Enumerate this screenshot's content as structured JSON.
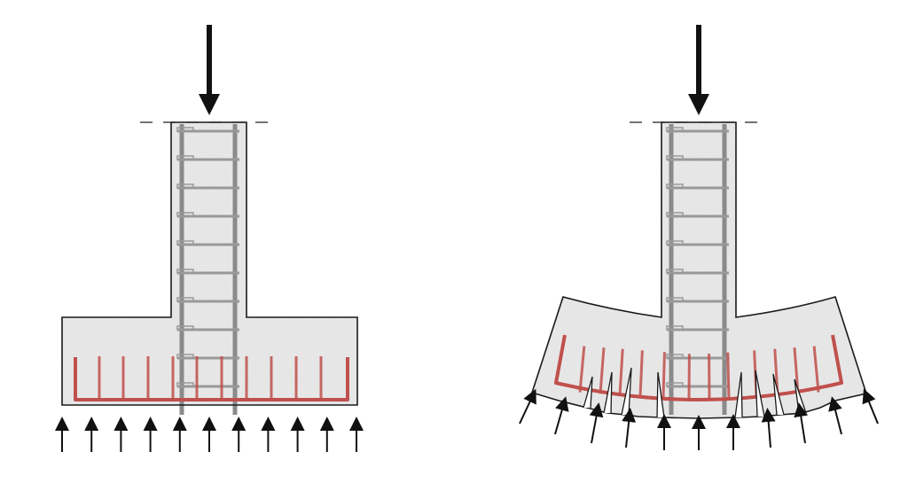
{
  "diagram": {
    "panels": [
      {
        "id": "footing-undeformed",
        "state": "undeformed"
      },
      {
        "id": "footing-deformed-cracked",
        "state": "bent with flexural cracks"
      }
    ],
    "colors": {
      "concrete": "#e4e4e4",
      "outline": "#1a1a1a",
      "column_rebar": "#8a8a8a",
      "footing_rebar": "#c0504d",
      "arrow": "#111111"
    },
    "icons": [
      "load-arrow-icon",
      "soil-pressure-arrow-icon"
    ]
  }
}
